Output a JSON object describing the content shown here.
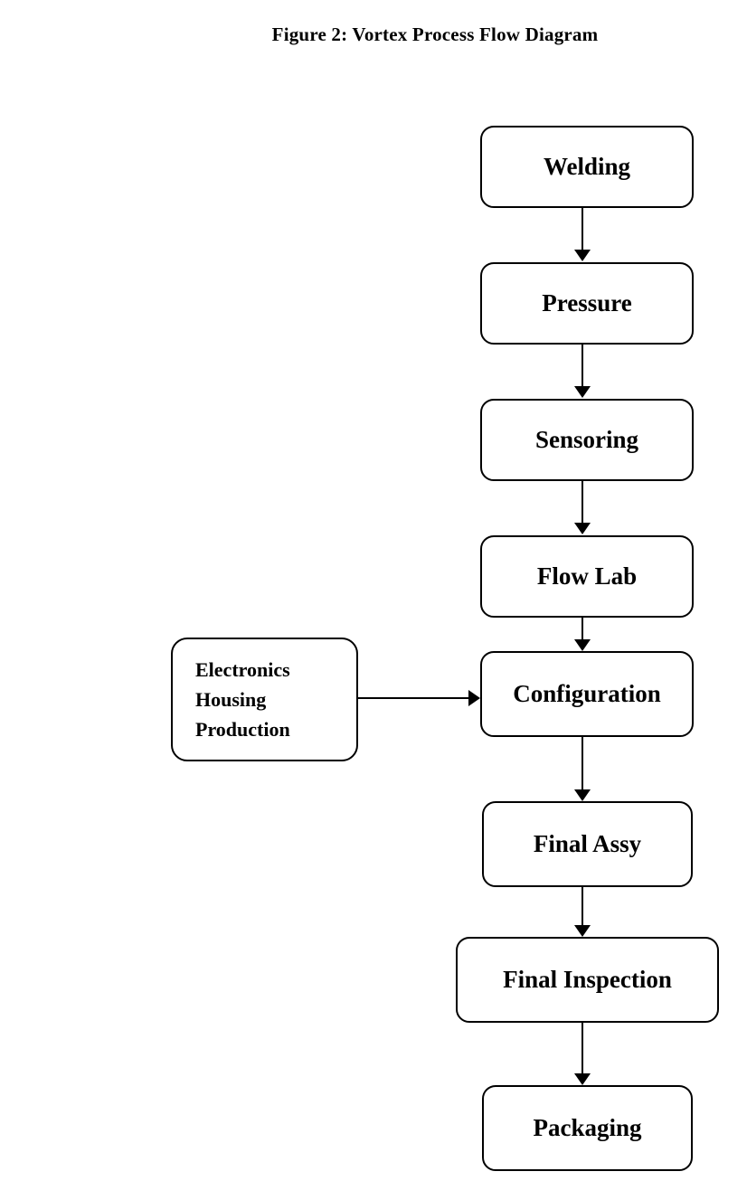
{
  "figure": {
    "title": "Figure 2: Vortex Process Flow Diagram",
    "background_color": "#ffffff",
    "line_color": "#000000",
    "text_color": "#000000"
  },
  "nodes": [
    {
      "id": "welding",
      "label": "Welding"
    },
    {
      "id": "pressure",
      "label": "Pressure"
    },
    {
      "id": "sensoring",
      "label": "Sensoring"
    },
    {
      "id": "flow-lab",
      "label": "Flow Lab"
    },
    {
      "id": "configuration",
      "label": "Configuration"
    },
    {
      "id": "final-assy",
      "label": "Final Assy"
    },
    {
      "id": "final-inspection",
      "label": "Final Inspection"
    },
    {
      "id": "packaging",
      "label": "Packaging"
    }
  ],
  "side_node": {
    "id": "electronics-housing-production",
    "line1": "Electronics",
    "line2": "Housing",
    "line3": "Production"
  },
  "connectors": [
    {
      "id": "welding-to-pressure",
      "from": "welding",
      "to": "pressure",
      "direction": "down"
    },
    {
      "id": "pressure-to-sensoring",
      "from": "pressure",
      "to": "sensoring",
      "direction": "down"
    },
    {
      "id": "sensoring-to-flow-lab",
      "from": "sensoring",
      "to": "flow-lab",
      "direction": "down"
    },
    {
      "id": "flow-lab-to-configuration",
      "from": "flow-lab",
      "to": "configuration",
      "direction": "down"
    },
    {
      "id": "electronics-housing-to-configuration",
      "from": "electronics-housing-production",
      "to": "configuration",
      "direction": "right"
    },
    {
      "id": "configuration-to-final-assy",
      "from": "configuration",
      "to": "final-assy",
      "direction": "down"
    },
    {
      "id": "final-assy-to-final-inspection",
      "from": "final-assy",
      "to": "final-inspection",
      "direction": "down"
    },
    {
      "id": "final-inspection-to-packaging",
      "from": "final-inspection",
      "to": "packaging",
      "direction": "down"
    }
  ]
}
